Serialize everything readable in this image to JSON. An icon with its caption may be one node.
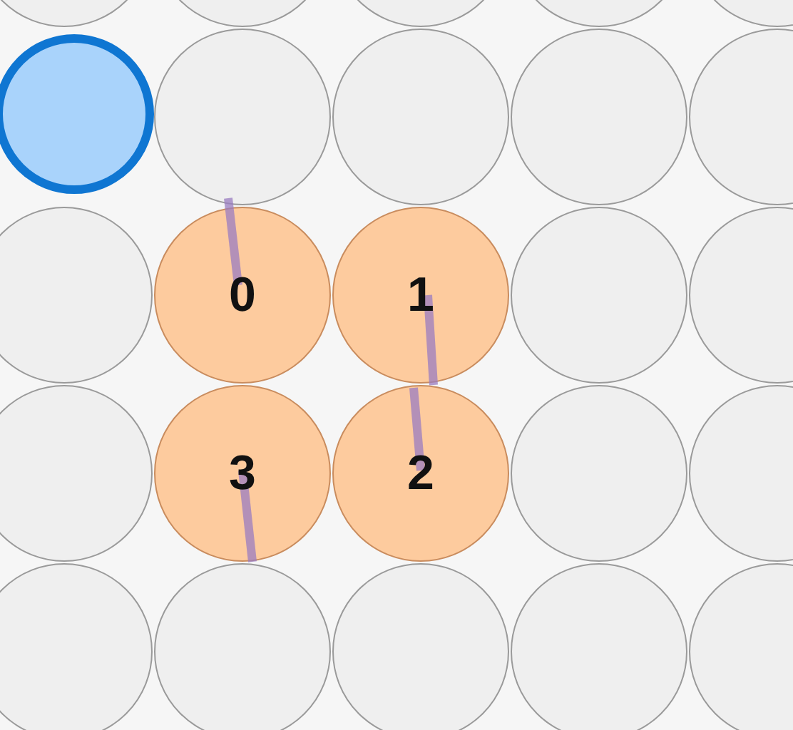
{
  "diagram": {
    "nodes": [
      {
        "text": [],
        "shape": "circle"
      },
      {
        "text": [],
        "shape": "circle"
      },
      {
        "text": [],
        "shape": "circle"
      },
      {
        "text": [],
        "shape": "circle"
      },
      {
        "text": [],
        "shape": "circle"
      },
      {
        "text": [],
        "shape": "circle"
      },
      {
        "text": [],
        "shape": "circle"
      },
      {
        "text": [],
        "shape": "circle"
      },
      {
        "text": [],
        "shape": "circle"
      },
      {
        "text": [],
        "shape": "circle"
      },
      {
        "text": [],
        "shape": "circle"
      },
      {
        "text": [
          "0"
        ]
      },
      {
        "text": [
          "1"
        ]
      },
      {
        "text": [],
        "shape": "circle"
      },
      {
        "text": [],
        "shape": "circle"
      },
      {
        "text": [],
        "shape": "circle"
      },
      {
        "text": [
          "3"
        ]
      },
      {
        "text": [
          "2"
        ]
      },
      {
        "text": [],
        "shape": "circle"
      },
      {
        "text": [],
        "shape": "circle"
      },
      {
        "text": [],
        "shape": "circle"
      },
      {
        "text": [],
        "shape": "circle"
      },
      {
        "text": [],
        "shape": "circle"
      },
      {
        "text": [],
        "shape": "circle"
      },
      {
        "text": [],
        "shape": "circle"
      }
    ]
  }
}
